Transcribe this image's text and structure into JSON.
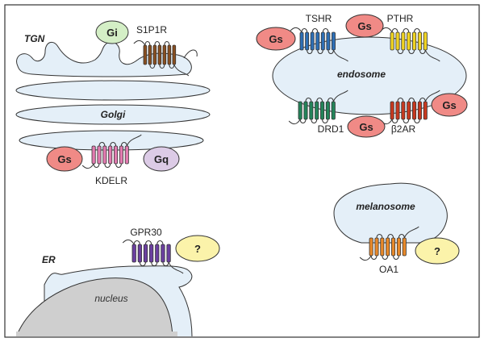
{
  "colors": {
    "frame": "#333333",
    "membrane_fill": "#e4eff8",
    "membrane_stroke": "#333333",
    "nucleus_fill": "#cfcfcf",
    "gs": "#f08a86",
    "gi": "#d4efc6",
    "gq": "#dccbe6",
    "unknown": "#fbf3aa",
    "s1p1r": "#8a4f20",
    "tshr": "#2d6fb6",
    "pthr": "#f0d422",
    "drd1": "#23845a",
    "b2ar": "#c8391f",
    "kdelr": "#e27bb0",
    "gpr30": "#6b3fa0",
    "oa1": "#e8892a"
  },
  "organelles": {
    "tgn": "TGN",
    "golgi": "Golgi",
    "endosome": "endosome",
    "melanosome": "melanosome",
    "er": "ER",
    "nucleus": "nucleus"
  },
  "receptors": {
    "s1p1r": "S1P1R",
    "tshr": "TSHR",
    "pthr": "PTHR",
    "drd1": "DRD1",
    "b2ar": "β2AR",
    "kdelr": "KDELR",
    "gpr30": "GPR30",
    "oa1": "OA1"
  },
  "gproteins": {
    "gi": "Gi",
    "gs": "Gs",
    "gq": "Gq",
    "unknown": "?"
  }
}
